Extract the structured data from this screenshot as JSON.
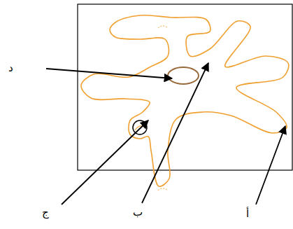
{
  "diagram": {
    "labels": [
      "د",
      "ج",
      "ب",
      "أ"
    ]
  }
}
